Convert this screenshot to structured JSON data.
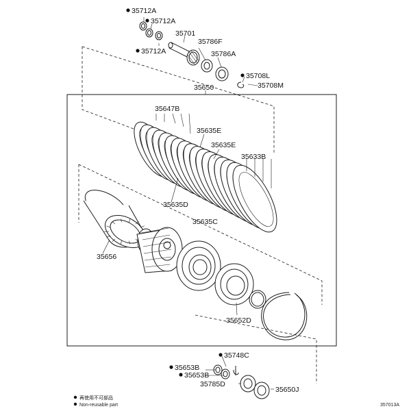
{
  "labels": {
    "p35712A_1": "35712A",
    "p35712A_2": "35712A",
    "p35712A_3": "35712A",
    "p35701": "35701",
    "p35786F": "35786F",
    "p35786A": "35786A",
    "p35708L": "35708L",
    "p35708M": "35708M",
    "p35650": "35650",
    "p35647B": "35647B",
    "p35635E_1": "35635E",
    "p35635E_2": "35635E",
    "p35633B": "35633B",
    "p35635D": "35635D",
    "p35635C": "35635C",
    "p35656": "35656",
    "p35652D": "35652D",
    "p35748C": "35748C",
    "p35653B_1": "35653B",
    "p35653B_2": "35653B",
    "p35785D": "35785D",
    "p35650J": "35650J"
  },
  "legend": {
    "line1": "再使用不可部品",
    "line2": "Non-reusable part"
  },
  "diagram_code": "357013A"
}
